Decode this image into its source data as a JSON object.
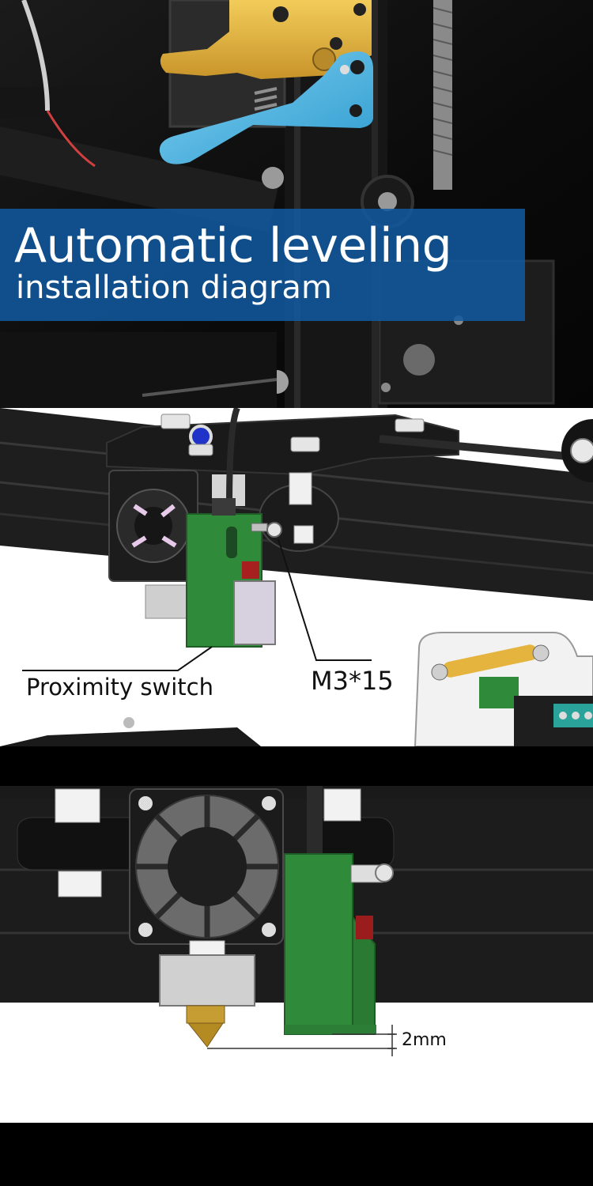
{
  "banner": {
    "title": "Automatic leveling",
    "subtitle": "installation diagram"
  },
  "labels": {
    "proximity_switch": "Proximity switch",
    "screw": "M3*15",
    "gap": "2mm"
  },
  "colors": {
    "banner_blue": "#105aa0",
    "sensor_green": "#2f8a3a",
    "extruder_gold": "#e1b23a",
    "lever_blue": "#4db3e0"
  }
}
